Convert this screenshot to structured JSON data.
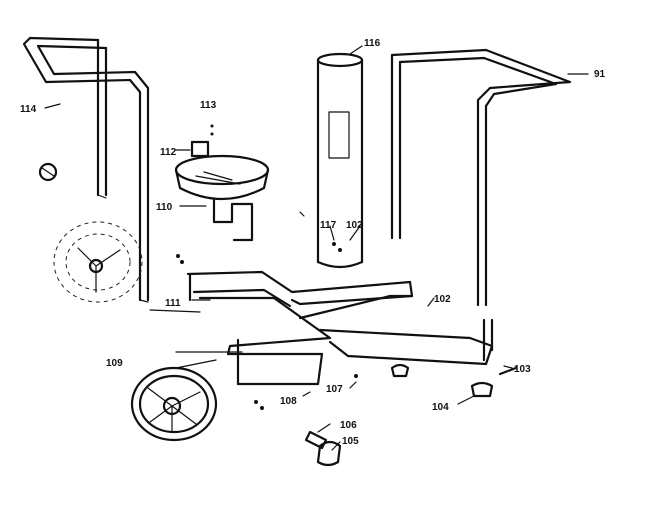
{
  "diagram": {
    "labels": {
      "p91": "91",
      "p102a": "102",
      "p102b": "102",
      "p103": "103",
      "p104": "104",
      "p105": "105",
      "p106": "106",
      "p107": "107",
      "p108": "108",
      "p109": "109",
      "p110": "110",
      "p111": "111",
      "p112": "112",
      "p113": "113",
      "p114": "114",
      "p116": "116",
      "p117": "117"
    }
  }
}
